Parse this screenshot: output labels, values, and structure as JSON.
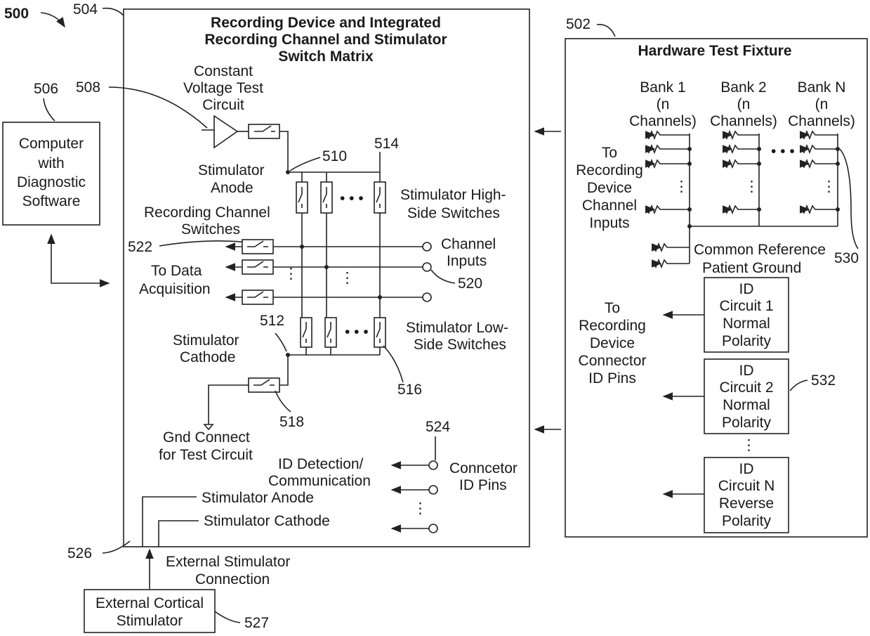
{
  "refs": {
    "r500": "500",
    "r502": "502",
    "r504": "504",
    "r506": "506",
    "r508": "508",
    "r510": "510",
    "r512": "512",
    "r514": "514",
    "r516": "516",
    "r518": "518",
    "r520": "520",
    "r522": "522",
    "r524": "524",
    "r526": "526",
    "r527": "527",
    "r530": "530",
    "r532": "532"
  },
  "computer": {
    "line1": "Computer",
    "line2": "with",
    "line3": "Diagnostic",
    "line4": "Software"
  },
  "recording_device": {
    "title1": "Recording Device and Integrated",
    "title2": "Recording Channel and Stimulator",
    "title3": "Switch Matrix",
    "cv1": "Constant",
    "cv2": "Voltage Test",
    "cv3": "Circuit",
    "anode1": "Stimulator",
    "anode2": "Anode",
    "high1": "Stimulator High-",
    "high2": "Side Switches",
    "rec1": "Recording Channel",
    "rec2": "Switches",
    "chin1": "Channel",
    "chin2": "Inputs",
    "daq1": "To Data",
    "daq2": "Acquisition",
    "cath1": "Stimulator",
    "cath2": "Cathode",
    "low1": "Stimulator Low-",
    "low2": "Side Switches",
    "gnd1": "Gnd Connect",
    "gnd2": "for Test Circuit",
    "iddet1": "ID Detection/",
    "iddet2": "Communication",
    "pins1": "Conncetor",
    "pins2": "ID Pins",
    "ext_anode": "Stimulator Anode",
    "ext_cathode": "Stimulator Cathode"
  },
  "external": {
    "conn1": "External Stimulator",
    "conn2": "Connection",
    "stim1": "External Cortical",
    "stim2": "Stimulator"
  },
  "fixture": {
    "title": "Hardware Test Fixture",
    "bank1": "Bank 1",
    "bank2": "Bank 2",
    "bankN": "Bank N",
    "n_open": "(n",
    "channels": "Channels)",
    "toin1": "To",
    "toin2": "Recording",
    "toin3": "Device",
    "toin4": "Channel",
    "toin5": "Inputs",
    "common1": "Common Reference",
    "common2": "Patient Ground",
    "toid1": "To",
    "toid2": "Recording",
    "toid3": "Device",
    "toid4": "Connector",
    "toid5": "ID Pins",
    "id1_1": "ID",
    "id1_2": "Circuit 1",
    "id1_3": "Normal",
    "id1_4": "Polarity",
    "id2_1": "ID",
    "id2_2": "Circuit 2",
    "id2_3": "Normal",
    "id2_4": "Polarity",
    "idN_1": "ID",
    "idN_2": "Circuit N",
    "idN_3": "Reverse",
    "idN_4": "Polarity"
  }
}
